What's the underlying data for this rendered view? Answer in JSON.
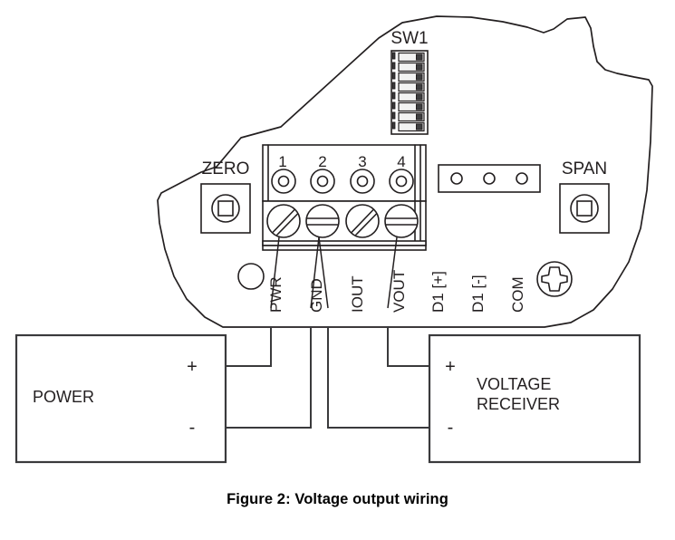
{
  "figure": {
    "caption": "Figure 2: Voltage output wiring"
  },
  "board": {
    "switch_bank": {
      "name": "SW1",
      "switch_count": 8,
      "positions": [
        "on",
        "on",
        "on",
        "on",
        "on",
        "on",
        "on",
        "on"
      ]
    },
    "potentiometers": [
      {
        "label": "ZERO"
      },
      {
        "label": "SPAN"
      }
    ],
    "terminal_block": {
      "numbers": [
        "1",
        "2",
        "3",
        "4"
      ],
      "screw_slots": [
        "diagonal",
        "horizontal",
        "diagonal",
        "horizontal"
      ]
    },
    "terminal_labels": [
      "PWR",
      "GND",
      "IOUT",
      "VOUT",
      "D1 [+]",
      "D1 [-]",
      "COM"
    ],
    "header_holes": 3
  },
  "power_box": {
    "title": "POWER",
    "plus": "+",
    "minus": "-"
  },
  "receiver_box": {
    "title_line1": "VOLTAGE",
    "title_line2": "RECEIVER",
    "plus": "+",
    "minus": "-"
  },
  "colors": {
    "ink": "#231f20",
    "wire": "#3a3a3c",
    "panel": "#ffffff"
  }
}
